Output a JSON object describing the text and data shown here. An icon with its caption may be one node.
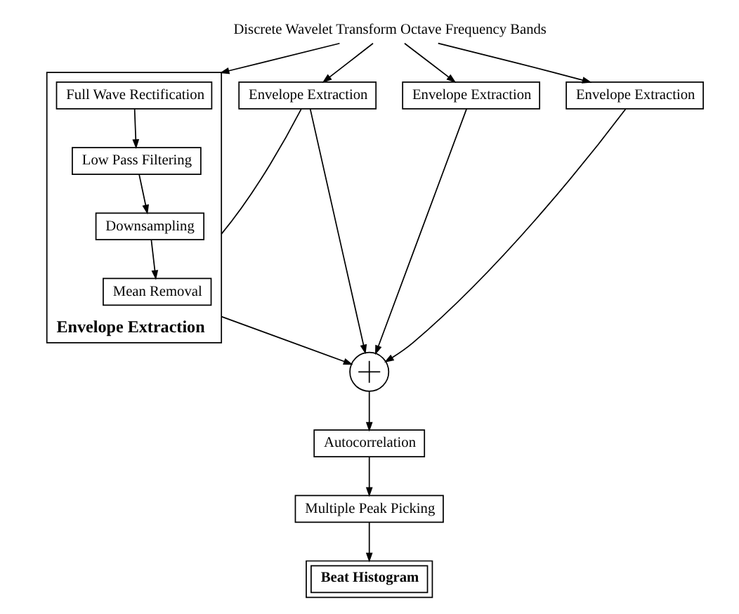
{
  "diagram": {
    "nodes": [
      {
        "text": [
          "Discrete Wavelet Transform Octave Frequency Bands"
        ]
      },
      {
        "text": [
          "Envelope Extraction"
        ]
      },
      {
        "text": [
          "Full Wave Rectification"
        ],
        "in": 1
      },
      {
        "text": [
          "Low Pass Filtering"
        ],
        "in": 1
      },
      {
        "text": [
          "Downsampling"
        ],
        "in": 1
      },
      {
        "text": [
          "Mean Removal"
        ],
        "in": 1
      },
      {
        "text": [
          "Envelope Extraction"
        ]
      },
      {
        "text": [
          "Envelope Extraction"
        ]
      },
      {
        "text": [
          "Envelope Extraction"
        ]
      },
      {
        "text": [],
        "shape": "circle"
      },
      {
        "text": [
          "Autocorrelation"
        ]
      },
      {
        "text": [
          "Multiple Peak Picking"
        ]
      },
      {
        "text": [
          "Beat Histogram"
        ]
      }
    ],
    "edges": [
      {
        "from": 0,
        "to": 1,
        "arrow": "to"
      },
      {
        "from": 0,
        "to": 6,
        "arrow": "to"
      },
      {
        "from": 0,
        "to": 7,
        "arrow": "to"
      },
      {
        "from": 0,
        "to": 8,
        "arrow": "to"
      },
      {
        "from": 2,
        "to": 3,
        "arrow": "to"
      },
      {
        "from": 3,
        "to": 4,
        "arrow": "to"
      },
      {
        "from": 4,
        "to": 5,
        "arrow": "to"
      },
      {
        "from": 1,
        "to": 6,
        "arrow": "none"
      },
      {
        "from": 6,
        "to": 9,
        "arrow": "to"
      },
      {
        "from": 7,
        "to": 9,
        "arrow": "to"
      },
      {
        "from": 8,
        "to": 9,
        "arrow": "to"
      },
      {
        "from": 1,
        "to": 9,
        "arrow": "to"
      },
      {
        "from": 9,
        "to": 10,
        "arrow": "to"
      },
      {
        "from": 10,
        "to": 11,
        "arrow": "to"
      },
      {
        "from": 11,
        "to": 12,
        "arrow": "to"
      }
    ]
  }
}
